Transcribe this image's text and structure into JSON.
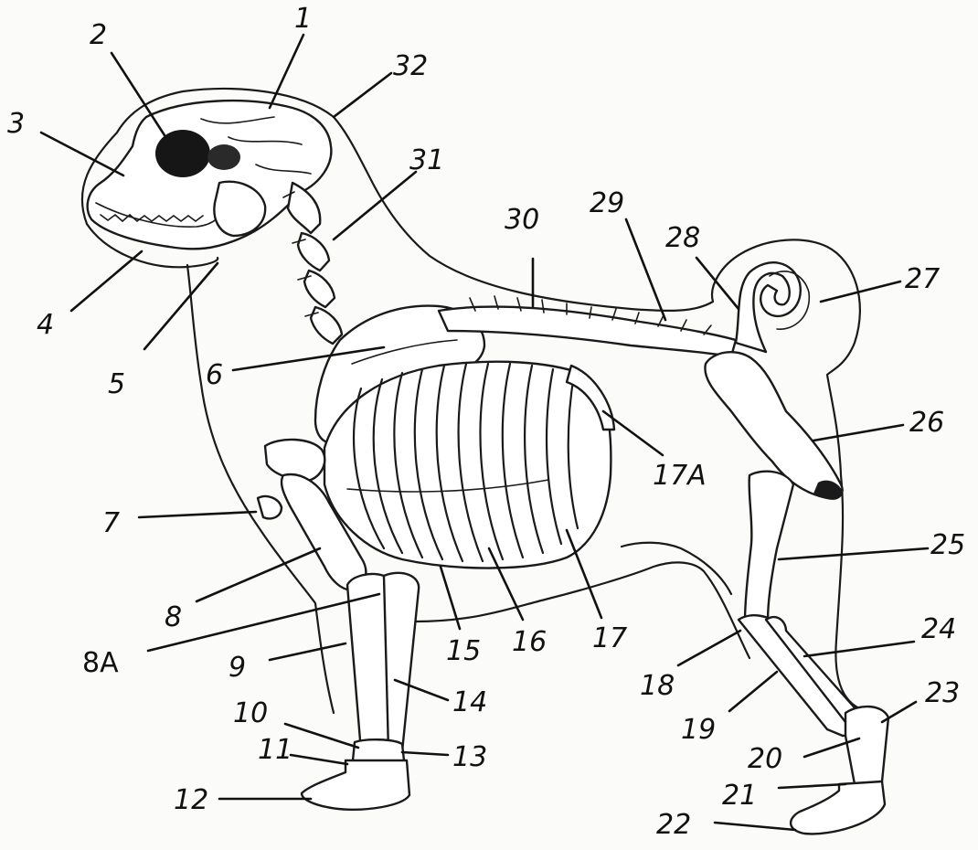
{
  "labels": [
    {
      "id": "1",
      "text": "1"
    },
    {
      "id": "2",
      "text": "2"
    },
    {
      "id": "3",
      "text": "3"
    },
    {
      "id": "4",
      "text": "4"
    },
    {
      "id": "5",
      "text": "5"
    },
    {
      "id": "6",
      "text": "6"
    },
    {
      "id": "7",
      "text": "7"
    },
    {
      "id": "8",
      "text": "8"
    },
    {
      "id": "8A",
      "text": "8A"
    },
    {
      "id": "9",
      "text": "9"
    },
    {
      "id": "10",
      "text": "10"
    },
    {
      "id": "11",
      "text": "11"
    },
    {
      "id": "12",
      "text": "12"
    },
    {
      "id": "13",
      "text": "13"
    },
    {
      "id": "14",
      "text": "14"
    },
    {
      "id": "15",
      "text": "15"
    },
    {
      "id": "16",
      "text": "16"
    },
    {
      "id": "17",
      "text": "17"
    },
    {
      "id": "17A",
      "text": "17A"
    },
    {
      "id": "18",
      "text": "18"
    },
    {
      "id": "19",
      "text": "19"
    },
    {
      "id": "20",
      "text": "20"
    },
    {
      "id": "21",
      "text": "21"
    },
    {
      "id": "22",
      "text": "22"
    },
    {
      "id": "23",
      "text": "23"
    },
    {
      "id": "24",
      "text": "24"
    },
    {
      "id": "25",
      "text": "25"
    },
    {
      "id": "26",
      "text": "26"
    },
    {
      "id": "27",
      "text": "27"
    },
    {
      "id": "28",
      "text": "28"
    },
    {
      "id": "29",
      "text": "29"
    },
    {
      "id": "30",
      "text": "30"
    },
    {
      "id": "31",
      "text": "31"
    },
    {
      "id": "32",
      "text": "32"
    }
  ]
}
